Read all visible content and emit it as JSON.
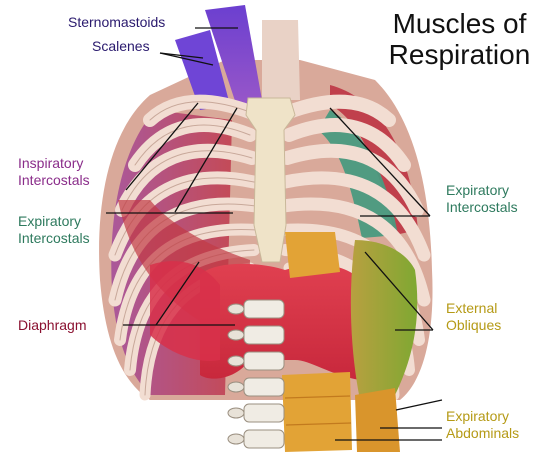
{
  "title": {
    "line1": "Muscles of",
    "line2": "Respiration"
  },
  "labels": {
    "sternomastoids": "Sternomastoids",
    "scalenes": "Scalenes",
    "inspiratory_intercostals": [
      "Inspiratory",
      "Intercostals"
    ],
    "expiratory_intercostals_left": [
      "Expiratory",
      "Intercostals"
    ],
    "diaphragm": "Diaphragm",
    "expiratory_intercostals_right": [
      "Expiratory",
      "Intercostals"
    ],
    "external_obliques": [
      "External",
      "Obliques"
    ],
    "expiratory_abdominals": [
      "Expiratory",
      "Abdominals"
    ]
  },
  "colors": {
    "neck_label": "#2a1a6e",
    "inspiratory": "#8a2d8a",
    "expiratory": "#2e7a5e",
    "diaphragm": "#8a1030",
    "obliques": "#b59a16",
    "abdominals": "#b59a16",
    "rib": "#f2ddd2",
    "rib_outline": "#c8a89a",
    "sternum": "#efe3c8",
    "intercostal_red": "#c23a44",
    "intercostal_green": "#3f8f77",
    "muscle_purple": "#7442c8",
    "diaphragm_red": "#d52a43",
    "oblique_green": "#8fb03a",
    "abdominal_orange": "#e2a336"
  }
}
